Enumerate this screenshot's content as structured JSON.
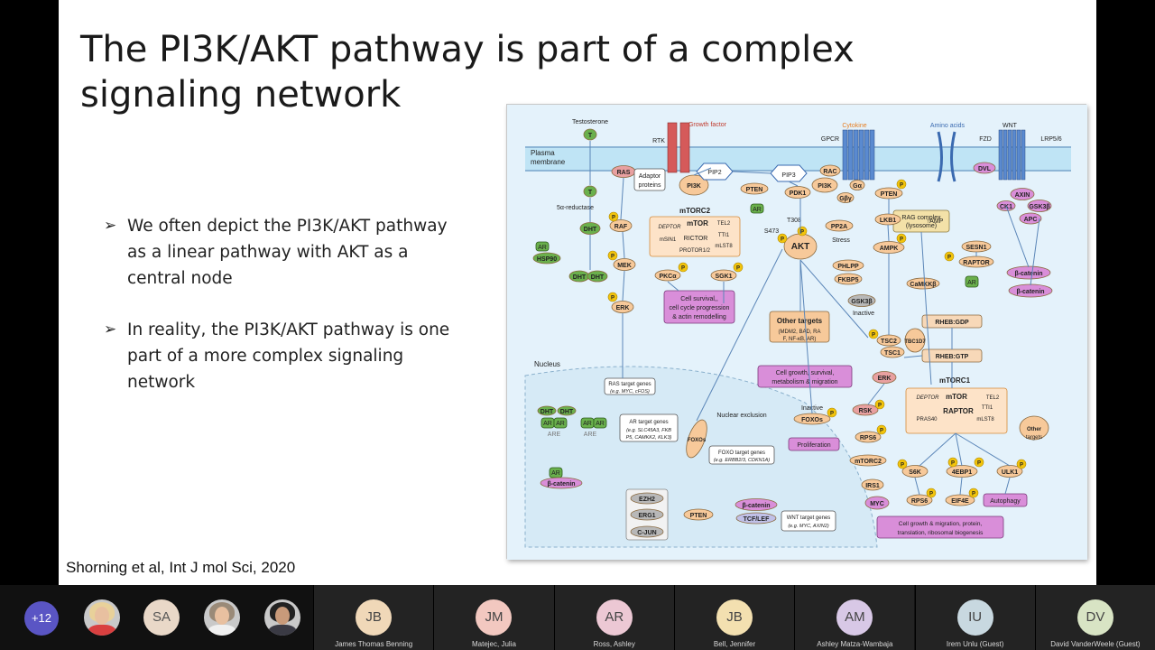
{
  "slide": {
    "title_line1": "The PI3K/AKT pathway is part of a complex",
    "title_line2": "signaling network",
    "bullet_symbol": "➢",
    "bullets": [
      "We often depict the PI3K/AKT pathway as a linear pathway with AKT as a central node",
      "In reality, the PI3K/AKT pathway is one part of a more complex signaling network"
    ],
    "citation": "Shorning et al, Int J mol Sci, 2020"
  },
  "figure": {
    "membrane_label": "Plasma membrane",
    "nucleus_label": "Nucleus",
    "labels": {
      "testosterone": "Testosterone",
      "t": "T",
      "five_alpha": "5α-reductase",
      "dht": "DHT",
      "ar": "AR",
      "hsp90": "HSP90",
      "rtk": "RTK",
      "growth_factor": "Growth factor",
      "ras": "RAS",
      "adaptor": "Adaptor",
      "proteins": "proteins",
      "pip2": "PIP2",
      "pip3": "PIP3",
      "pi3k": "PI3K",
      "pten": "PTEN",
      "pdk1": "PDK1",
      "rac": "RAC",
      "galpha": "Gα",
      "gbg": "Gβγ",
      "cytokine": "Cytokine",
      "gpcr": "GPCR",
      "amino_acids": "Amino acids",
      "wnt": "WNT",
      "fzd": "FZD",
      "lrp": "LRP5/6",
      "dvl": "DVL",
      "axin": "AXIN",
      "gsk3b": "GSK3β",
      "ck1": "CK1",
      "apc": "APC",
      "beta_catenin": "β-catenin",
      "raf": "RAF",
      "mek": "MEK",
      "erk": "ERK",
      "mtorc2": "mTORC2",
      "deptor": "DEPTOR",
      "mtor": "mTOR",
      "tel2": "TEL2",
      "tti1": "TTI1",
      "msin1": "mSIN1",
      "rictor": "RICTOR",
      "mlst8": "mLST8",
      "protor": "PROTOR1/2",
      "pkca": "PKCα",
      "sgk1": "SGK1",
      "s473": "S473",
      "t308": "T308",
      "akt": "AKT",
      "pp2a": "PP2A",
      "stress": "Stress",
      "phlpp": "PHLPP",
      "fkbp5": "FKBP5",
      "gsk3b_inactive": "GSK3β",
      "inactive": "Inactive",
      "lkb1": "LKB1",
      "amp": "AMP",
      "ampk": "AMPK",
      "rag": "RAG complex",
      "lysosome": "(lysosome)",
      "sesn1": "SESN1",
      "raptor": "RAPTOR",
      "camkk": "CaMKKβ",
      "cell_survival": "Cell survival, cell cycle progression & actin remodelling",
      "other_targets": "Other targets",
      "other_targets_list": "(MDM2, BAD, RAF, NF-κB, AR)",
      "growth_survival": "Cell growth, survival, metabolism & migration",
      "rheb_gdp": "RHEB:GDP",
      "rheb_gtp": "RHEB:GTP",
      "tsc2": "TSC2",
      "tsc1": "TSC1",
      "tbc1d7": "TBC1D7",
      "ras_targets": "RAS target genes",
      "ras_targets_eg": "(e.g. MYC, cFOS)",
      "ar_targets": "AR target genes",
      "ar_targets_eg": "(e.g. SLC45A3, FKBP5, CAMKK2, KLK3)",
      "are": "ARE",
      "nuclear_exclusion": "Nuclear exclusion",
      "foxos": "FOXOs",
      "inactive_foxos": "Inactive",
      "proliferation": "Proliferation",
      "rsk": "RSK",
      "rps6": "RPS6",
      "mtorc1": "mTORC1",
      "pras40": "PRAS40",
      "other_targets2": "Other targets",
      "foxo_targets": "FOXO target genes",
      "foxo_targets_eg": "(e.g. ERBB2/3, CDKN1A)",
      "s6k": "S6K",
      "4ebp1": "4EBP1",
      "ulk1": "ULK1",
      "irs1": "IRS1",
      "myc": "MYC",
      "eif4e": "EIF4E",
      "autophagy": "Autophagy",
      "ezh2": "EZH2",
      "erg1": "ERG1",
      "cjun": "C-JUN",
      "tcf": "TCF/LEF",
      "wnt_targets": "WNT target genes",
      "wnt_targets_eg": "(e.g. MYC, AXIN2)",
      "cell_growth": "Cell growth & migration, protein translation, ribosomal biogenesis",
      "p": "P"
    }
  },
  "meeting": {
    "more_count": "+12",
    "initial_avatars": [
      "SA"
    ],
    "tiles": [
      {
        "initials": "JB",
        "name": "James Thomas Benning",
        "color": "#f0d8b8"
      },
      {
        "initials": "JM",
        "name": "Matejec, Julia",
        "color": "#f2c8c0"
      },
      {
        "initials": "AR",
        "name": "Ross, Ashley",
        "color": "#ecc8d4"
      },
      {
        "initials": "JB",
        "name": "Bell, Jennifer",
        "color": "#f3e0b0"
      },
      {
        "initials": "AM",
        "name": "Ashley Matza-Wambaja",
        "color": "#d8c8e6"
      },
      {
        "initials": "IU",
        "name": "Irem Unlu (Guest)",
        "color": "#c8d8e0"
      },
      {
        "initials": "DV",
        "name": "David VanderWeele (Guest)",
        "color": "#d8e4c4"
      }
    ]
  },
  "colors": {
    "membrane": "#bfe4f5",
    "cytoplasm": "#e4f2fb",
    "nucleus": "#d6eaf6",
    "orange_node": "#f7c99a",
    "phospho": "#f2c40c",
    "green_node": "#6ab04c",
    "purple_box": "#d98ed9",
    "gray_node": "#b8b8b8"
  }
}
